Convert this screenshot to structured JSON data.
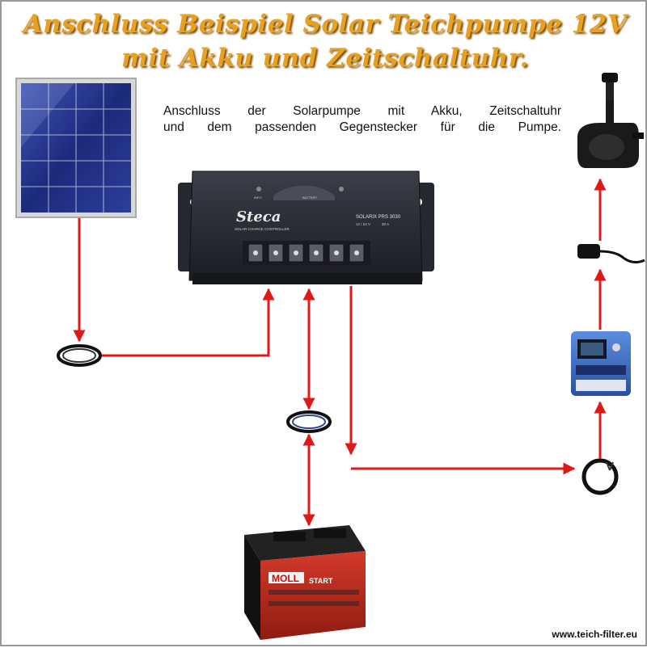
{
  "title": {
    "line1": "Anschluss Beispiel Solar Teichpumpe 12V",
    "line2": "mit Akku und Zeitschaltuhr."
  },
  "description": {
    "line1": "Anschluss der Solarpumpe mit Akku, Zeitschaltuhr",
    "line2": "und dem passenden Gegenstecker für die Pumpe."
  },
  "controller": {
    "brand": "Steca",
    "model": "SOLARIX PRS 3030",
    "subtitle": "SOLAR CHARGE CONTROLLER",
    "rating": "12 / 24 V",
    "current": "30 A",
    "led_info": "INFO",
    "led_battery": "BATTERY"
  },
  "battery": {
    "brand": "MOLL",
    "label": "START"
  },
  "footer": {
    "url": "www.teich-filter.eu"
  },
  "colors": {
    "title": "#e8a11f",
    "arrow": "#e11818",
    "panel": "#1c2a7a",
    "controller": "#2b2d35"
  }
}
